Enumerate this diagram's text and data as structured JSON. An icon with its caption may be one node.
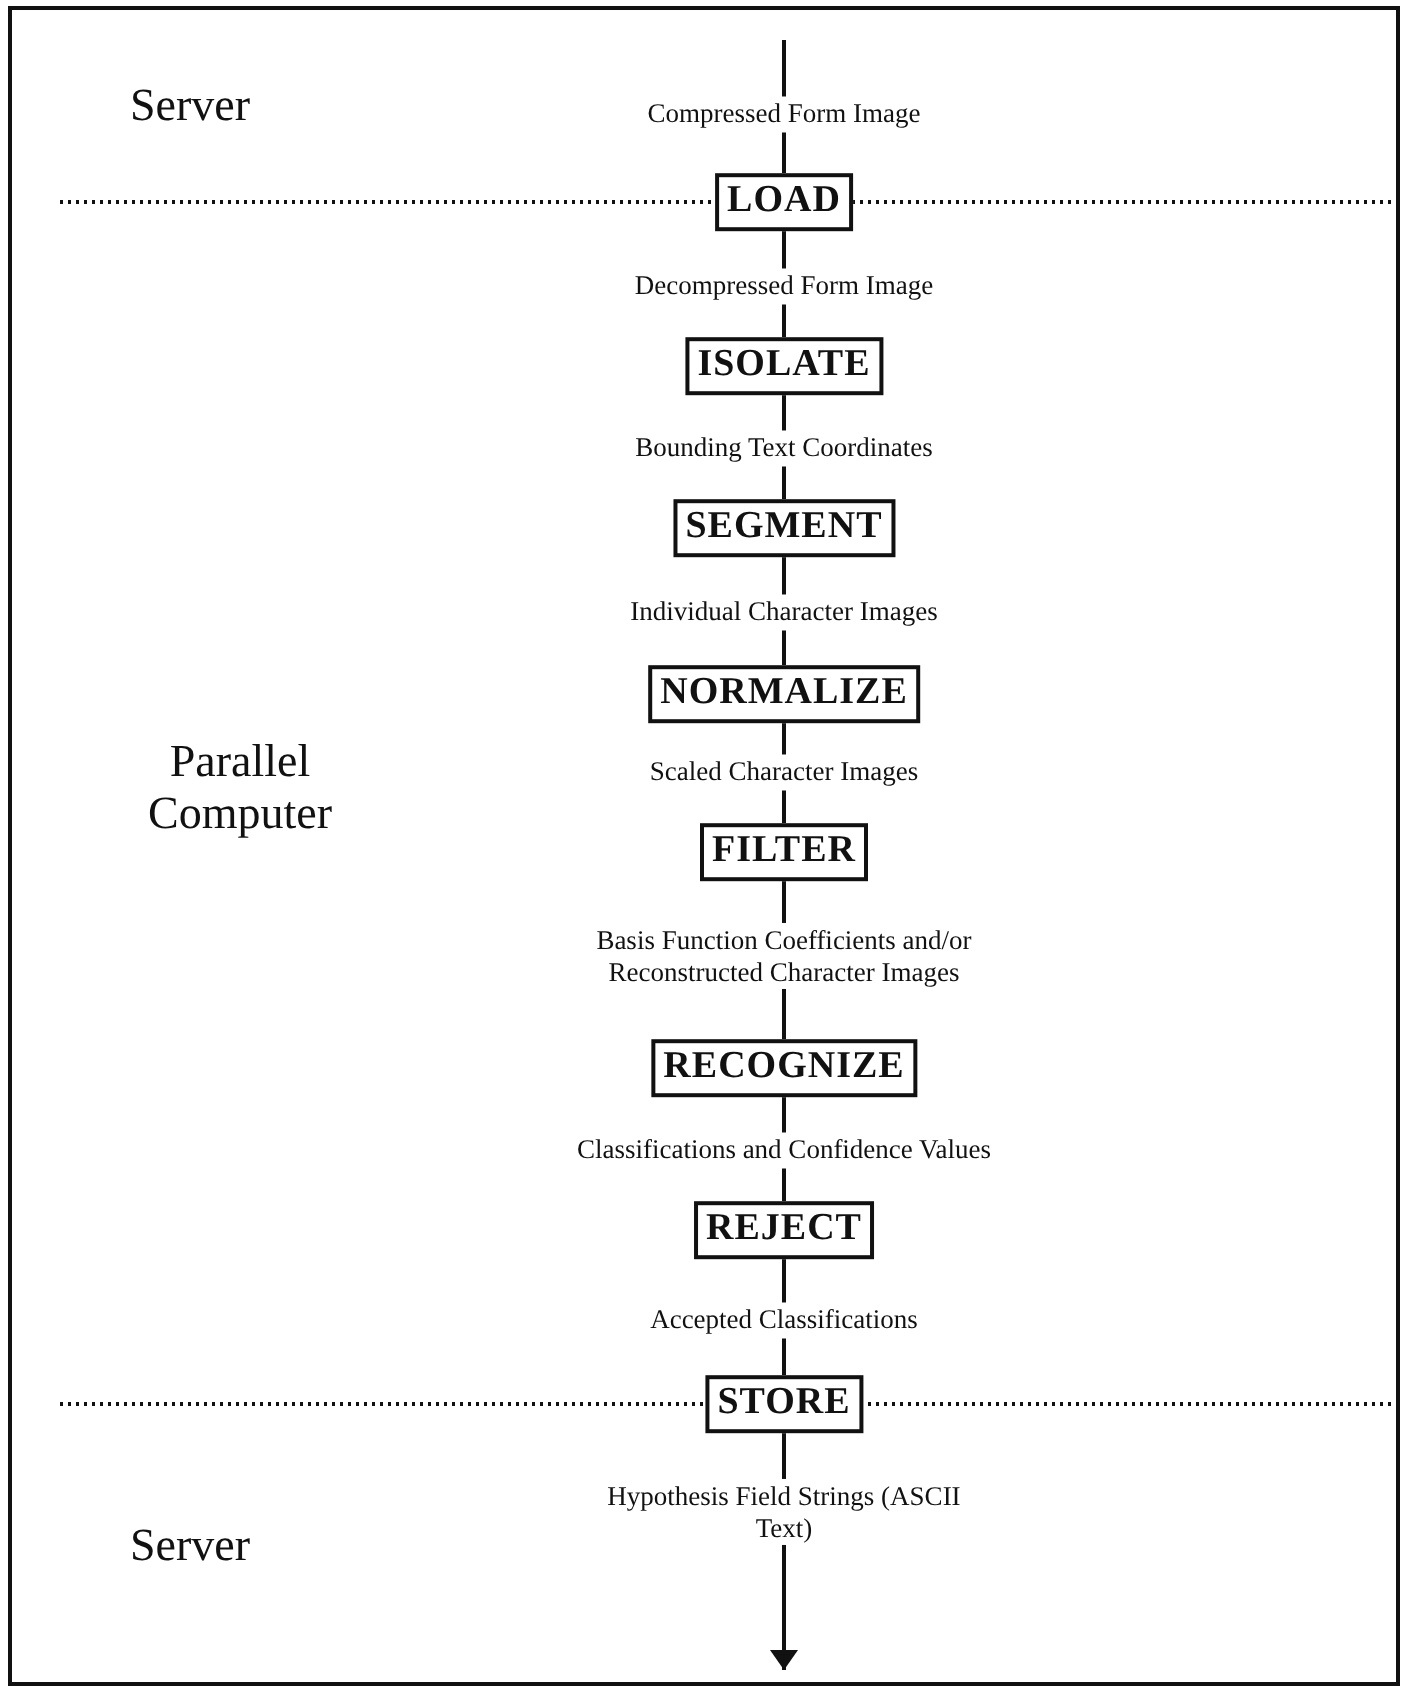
{
  "diagram": {
    "nodes": [
      {
        "text": [
          "LOAD"
        ]
      },
      {
        "text": [
          "ISOLATE"
        ]
      },
      {
        "text": [
          "SEGMENT"
        ]
      },
      {
        "text": [
          "NORMALIZE"
        ]
      },
      {
        "text": [
          "FILTER"
        ]
      },
      {
        "text": [
          "RECOGNIZE"
        ]
      },
      {
        "text": [
          "REJECT"
        ]
      },
      {
        "text": [
          "STORE"
        ]
      }
    ],
    "edges": [
      {
        "from": null,
        "to": 0,
        "arrow": "none",
        "label": "Compressed Form Image"
      },
      {
        "from": 0,
        "to": 1,
        "arrow": "none",
        "label": "Decompressed Form Image"
      },
      {
        "from": 1,
        "to": 2,
        "arrow": "none",
        "label": "Bounding Text Coordinates"
      },
      {
        "from": 2,
        "to": 3,
        "arrow": "none",
        "label": "Individual Character Images"
      },
      {
        "from": 3,
        "to": 4,
        "arrow": "none",
        "label": "Scaled Character Images"
      },
      {
        "from": 4,
        "to": 5,
        "arrow": "none",
        "label": "Basis Function Coefficients and/or Reconstructed Character Images"
      },
      {
        "from": 5,
        "to": 6,
        "arrow": "none",
        "label": "Classifications and Confidence Values"
      },
      {
        "from": 6,
        "to": 7,
        "arrow": "none",
        "label": "Accepted Classifications"
      },
      {
        "from": 7,
        "to": null,
        "arrow": "to",
        "label": "Hypothesis Field Strings (ASCII Text)"
      }
    ],
    "labels": [
      "Server",
      "Parallel Computer",
      "Server"
    ]
  }
}
